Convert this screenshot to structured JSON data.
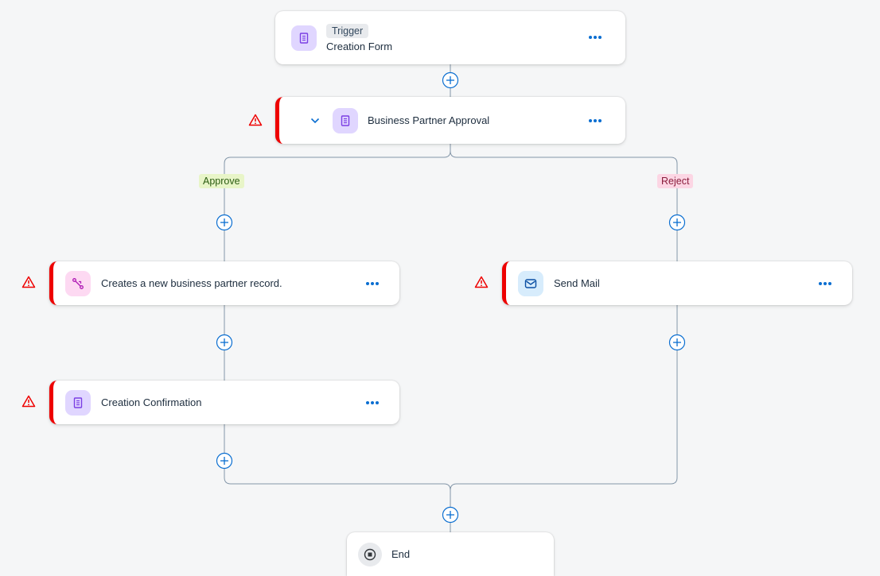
{
  "trigger": {
    "badge": "Trigger",
    "title": "Creation Form",
    "icon": "form-icon"
  },
  "approval": {
    "title": "Business Partner Approval",
    "icon": "form-icon",
    "has_error": true
  },
  "branches": {
    "approve_label": "Approve",
    "reject_label": "Reject"
  },
  "create_record": {
    "title": "Creates a new business partner record.",
    "icon": "action-link-icon",
    "has_error": true
  },
  "creation_confirmation": {
    "title": "Creation Confirmation",
    "icon": "form-icon",
    "has_error": true
  },
  "send_mail": {
    "title": "Send Mail",
    "icon": "mail-icon",
    "has_error": true
  },
  "end": {
    "title": "End",
    "icon": "stop-icon"
  },
  "colors": {
    "accent": "#0a6ed1",
    "error": "#e00000",
    "connector": "#8396a8"
  }
}
